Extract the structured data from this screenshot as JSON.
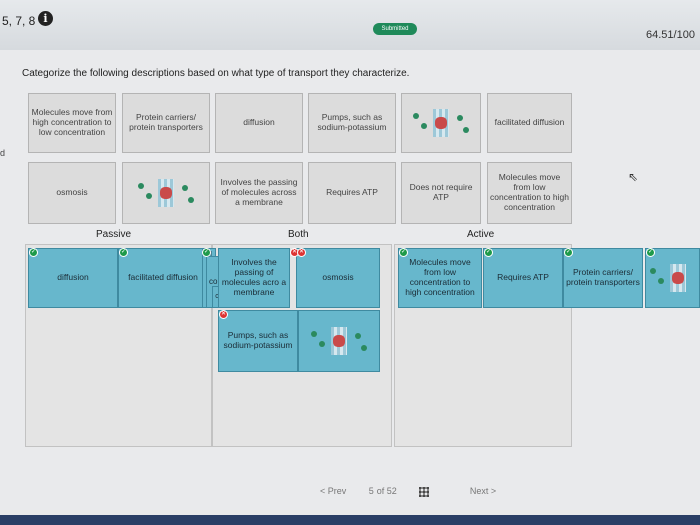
{
  "header": {
    "question_numbers": "5, 7, 8",
    "info_icon": "i",
    "submitted_label": "Submitted",
    "score": "64.51/100"
  },
  "instructions": "Categorize the following descriptions based on what type of transport they characterize.",
  "side_letter": "d",
  "bank": {
    "c1": "Molecules move from high concentration to low concentration",
    "c2": "Protein carriers/ protein transporters",
    "c3": "diffusion",
    "c4": "Pumps, such as sodium-potassium",
    "c6": "facilitated diffusion",
    "c7": "osmosis",
    "c9": "Involves the passing of molecules across a membrane",
    "c10": "Requires ATP",
    "c11": "Does not require ATP",
    "c12": "Molecules move from low concentration to high concentration"
  },
  "columns": {
    "passive": "Passive",
    "both": "Both",
    "active": "Active"
  },
  "placed": {
    "passive_1": "diffusion",
    "passive_2": "facilitated diffusion",
    "both_peek": "M",
    "both_edge_1": "co",
    "both_edge_2": "c",
    "both_1": "Involves the passing of molecules acro a membrane",
    "both_2": "osmosis",
    "both_3": "Pumps, such as sodium-potassium",
    "active_1": "Molecules move from low concentration to high concentration",
    "active_2": "Requires ATP",
    "active_3": "Protein carriers/ protein transporters"
  },
  "pager": {
    "prev": "< Prev",
    "page": "5",
    "of": "of 52",
    "next": "Next >"
  },
  "colors": {
    "placed_card": "#67b7cc",
    "correct": "#1e9a4a",
    "incorrect": "#d33333"
  }
}
